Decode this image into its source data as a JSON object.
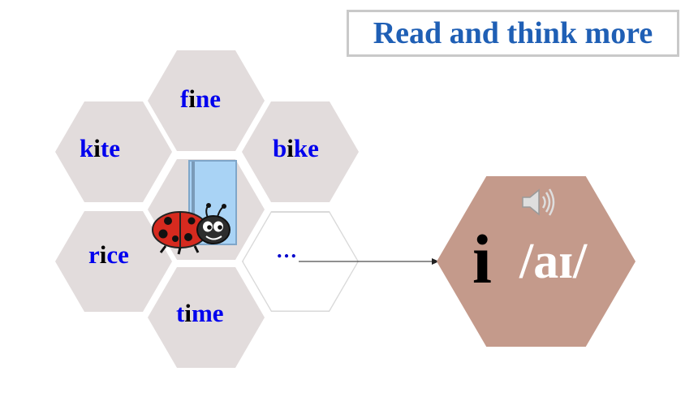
{
  "slide": {
    "title": "Read and think more",
    "words": [
      {
        "id": "fine",
        "parts": [
          {
            "t": "f",
            "c": "blue"
          },
          {
            "t": "i",
            "c": "black"
          },
          {
            "t": "ne",
            "c": "blue"
          }
        ]
      },
      {
        "id": "kite",
        "parts": [
          {
            "t": "k",
            "c": "blue"
          },
          {
            "t": "i",
            "c": "black"
          },
          {
            "t": "te",
            "c": "blue"
          }
        ]
      },
      {
        "id": "bike",
        "parts": [
          {
            "t": "b",
            "c": "blue"
          },
          {
            "t": "i",
            "c": "black"
          },
          {
            "t": "ke",
            "c": "blue"
          }
        ]
      },
      {
        "id": "rice",
        "parts": [
          {
            "t": "r",
            "c": "blue"
          },
          {
            "t": "i",
            "c": "black"
          },
          {
            "t": "ce",
            "c": "blue"
          }
        ]
      },
      {
        "id": "time",
        "parts": [
          {
            "t": "t",
            "c": "blue"
          },
          {
            "t": "i",
            "c": "black"
          },
          {
            "t": "me",
            "c": "blue"
          }
        ]
      }
    ],
    "ellipsis": "…",
    "letter": "i",
    "phonetic": "/aɪ/",
    "icons": [
      "speaker-icon",
      "ladybug-icon",
      "door-icon",
      "arrow-icon"
    ],
    "colors": {
      "title": "#1f5fb5",
      "word_blue": "#0000ee",
      "hex_gray": "#e2dcdc",
      "big_hex": "#c49a8b"
    }
  }
}
